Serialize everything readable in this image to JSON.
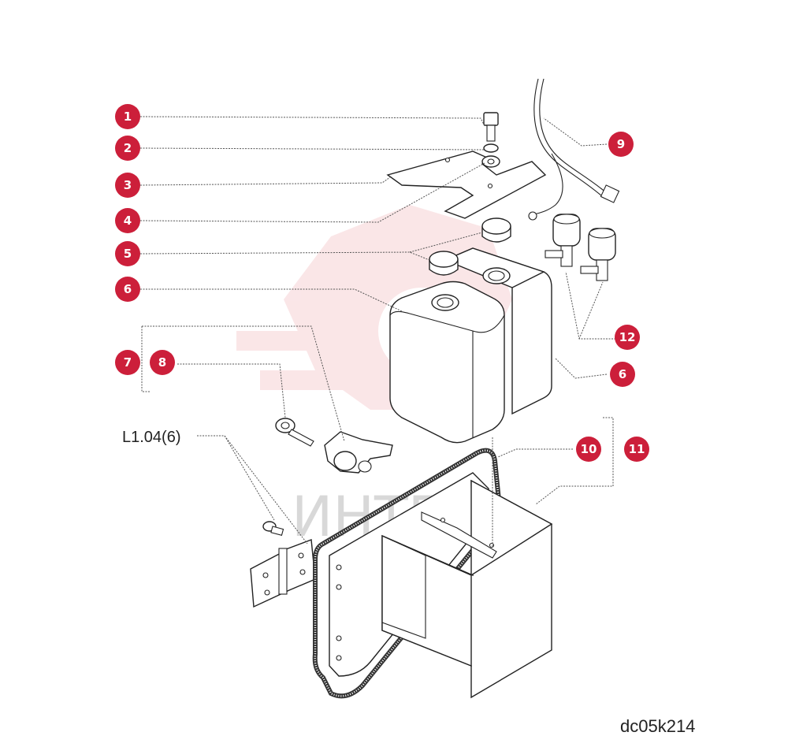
{
  "callouts": [
    "1",
    "2",
    "3",
    "4",
    "5",
    "6",
    "6",
    "7",
    "8",
    "9",
    "10",
    "11",
    "12"
  ],
  "reference_label": "L1.04(6)",
  "drawing_code": "dc05k214",
  "watermark_text": "ИНТЕХ",
  "colors": {
    "badge": "#cc1f3a",
    "watermark": "#f2b8bd",
    "line": "#222222"
  }
}
